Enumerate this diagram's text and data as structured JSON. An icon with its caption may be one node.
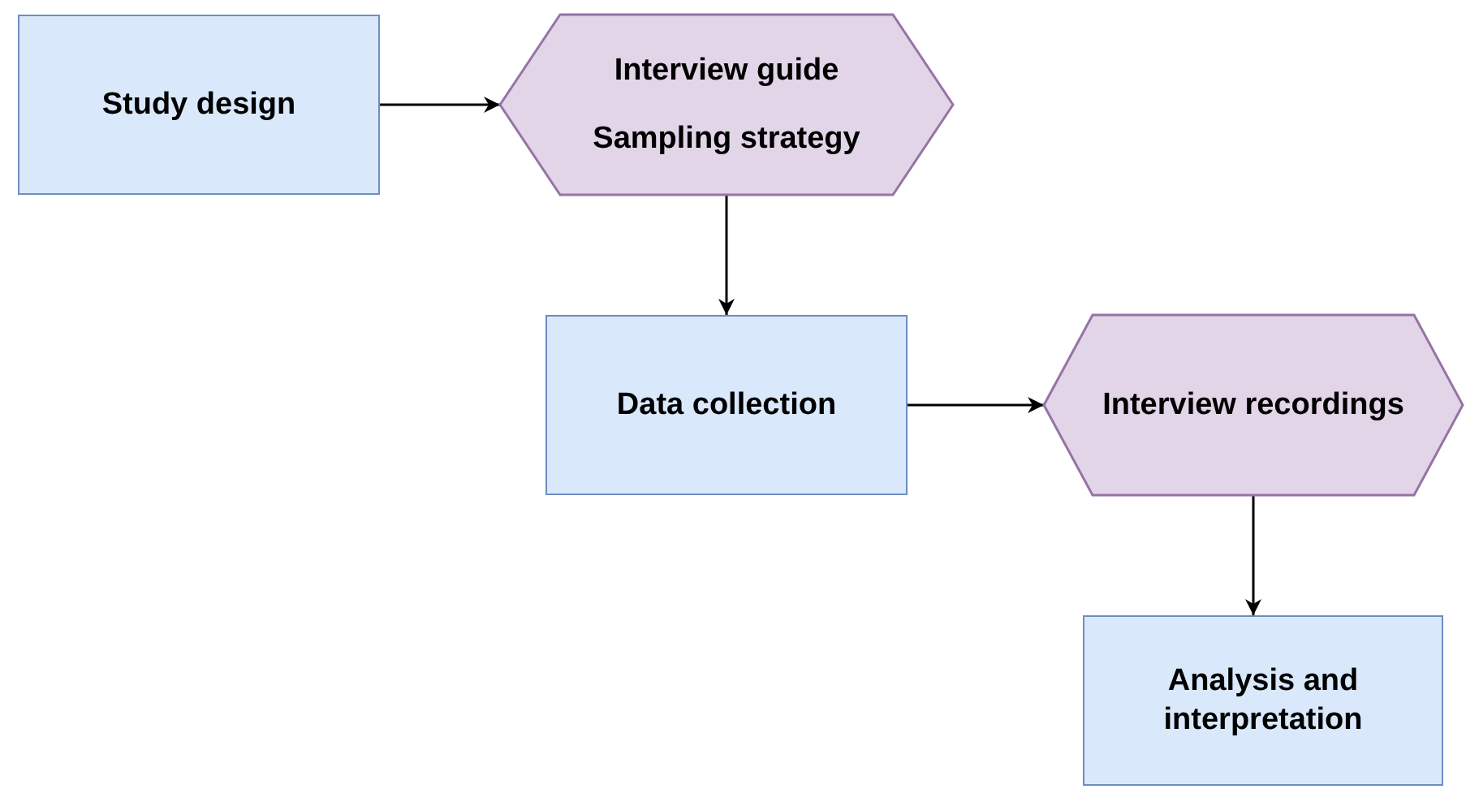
{
  "diagram": {
    "nodes": [
      {
        "text": [
          "Study design"
        ]
      },
      {
        "text": [
          "Interview guide",
          "Sampling strategy"
        ]
      },
      {
        "text": [
          "Data collection"
        ]
      },
      {
        "text": [
          "Interview recordings"
        ]
      },
      {
        "text": [
          "Analysis and interpretation"
        ]
      }
    ],
    "edges": [
      {
        "from": 0,
        "to": 1,
        "arrow": "to"
      },
      {
        "from": 1,
        "to": 2,
        "arrow": "to"
      },
      {
        "from": 2,
        "to": 3,
        "arrow": "to"
      },
      {
        "from": 3,
        "to": 4,
        "arrow": "to"
      }
    ]
  }
}
